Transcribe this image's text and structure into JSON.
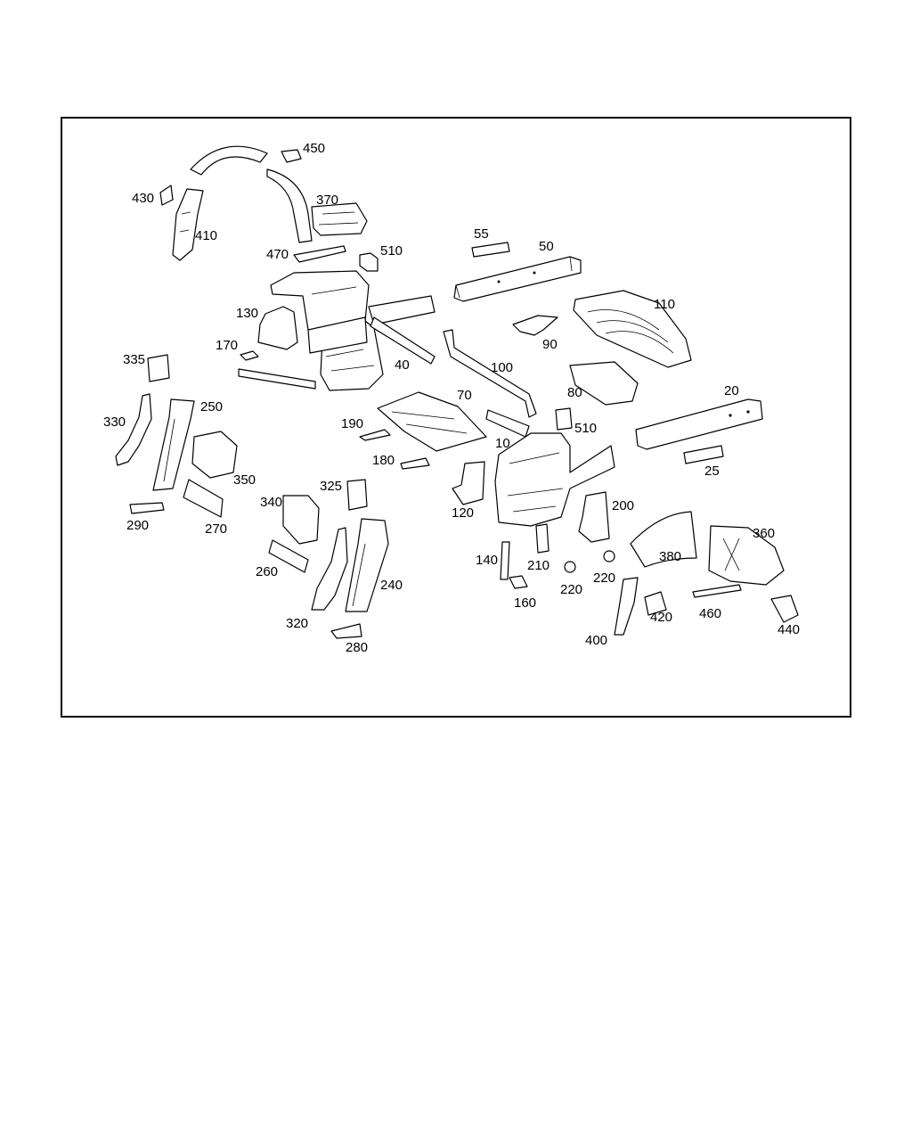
{
  "diagram": {
    "callouts": [
      {
        "label": "450"
      },
      {
        "label": "430"
      },
      {
        "label": "370"
      },
      {
        "label": "410"
      },
      {
        "label": "470"
      },
      {
        "label": "510"
      },
      {
        "label": "55"
      },
      {
        "label": "50"
      },
      {
        "label": "110"
      },
      {
        "label": "130"
      },
      {
        "label": "90"
      },
      {
        "label": "170"
      },
      {
        "label": "40"
      },
      {
        "label": "100"
      },
      {
        "label": "335"
      },
      {
        "label": "80"
      },
      {
        "label": "70"
      },
      {
        "label": "20"
      },
      {
        "label": "250"
      },
      {
        "label": "330"
      },
      {
        "label": "190"
      },
      {
        "label": "510"
      },
      {
        "label": "10"
      },
      {
        "label": "180"
      },
      {
        "label": "350"
      },
      {
        "label": "25"
      },
      {
        "label": "325"
      },
      {
        "label": "340"
      },
      {
        "label": "200"
      },
      {
        "label": "120"
      },
      {
        "label": "290"
      },
      {
        "label": "270"
      },
      {
        "label": "360"
      },
      {
        "label": "380"
      },
      {
        "label": "140"
      },
      {
        "label": "210"
      },
      {
        "label": "220"
      },
      {
        "label": "220"
      },
      {
        "label": "260"
      },
      {
        "label": "240"
      },
      {
        "label": "160"
      },
      {
        "label": "460"
      },
      {
        "label": "420"
      },
      {
        "label": "320"
      },
      {
        "label": "440"
      },
      {
        "label": "400"
      },
      {
        "label": "280"
      }
    ]
  }
}
